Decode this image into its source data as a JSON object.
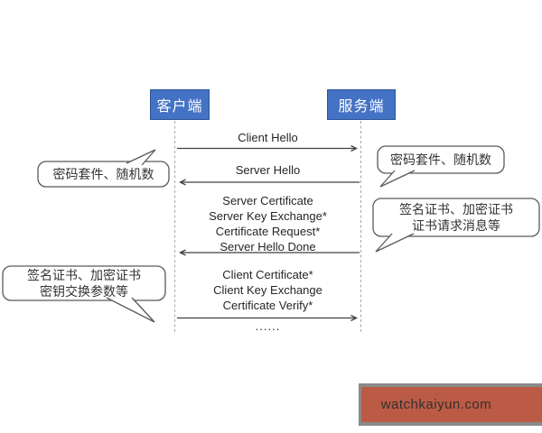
{
  "actors": {
    "client_label": "客户端",
    "server_label": "服务端"
  },
  "messages": {
    "client_hello": "Client Hello",
    "server_hello": "Server Hello",
    "server_block_line1": "Server Certificate",
    "server_block_line2": "Server Key Exchange*",
    "server_block_line3": "Certificate Request*",
    "server_block_line4": "Server Hello Done",
    "client_block_line1": "Client Certificate*",
    "client_block_line2": "Client Key Exchange",
    "client_block_line3": "Certificate Verify*",
    "ellipsis": "......"
  },
  "callouts": {
    "left_top": "密码套件、随机数",
    "right_top": "密码套件、随机数",
    "right_mid_line1": "签名证书、加密证书",
    "right_mid_line2": "证书请求消息等",
    "left_bottom_line1": "签名证书、加密证书",
    "left_bottom_line2": "密钥交换参数等"
  },
  "watermark": {
    "text": "watchkaiyun.com",
    "bg_color": "#bc5b45",
    "underlay_color": "#8a8a8a"
  },
  "colors": {
    "actor_fill": "#4472C4",
    "actor_border": "#2F5597",
    "actor_text": "#ffffff",
    "arrow": "#404040",
    "lifeline": "#b0b0b0",
    "bubble_border": "#595959",
    "bubble_fill": "#ffffff"
  }
}
